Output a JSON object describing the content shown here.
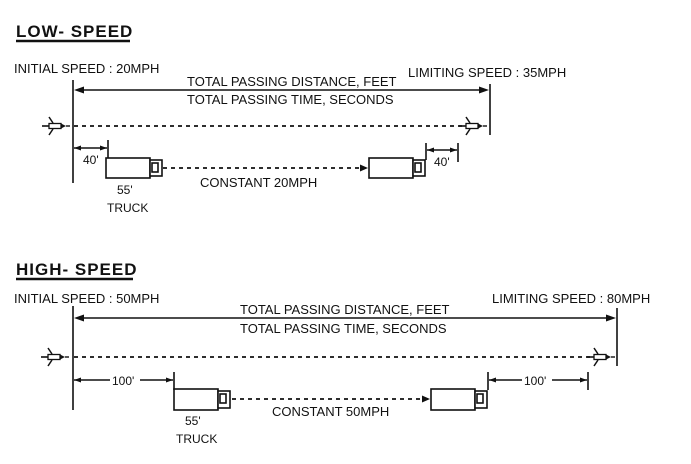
{
  "low_speed": {
    "heading": "LOW- SPEED",
    "initial_speed": "INITIAL SPEED : 20MPH",
    "limiting_speed": "LIMITING SPEED : 35MPH",
    "distance_label": "TOTAL PASSING DISTANCE, FEET",
    "time_label": "TOTAL PASSING TIME, SECONDS",
    "start_gap": "40'",
    "end_gap": "40'",
    "truck_length": "55'",
    "truck_label": "TRUCK",
    "constant_speed": "CONSTANT 20MPH"
  },
  "high_speed": {
    "heading": "HIGH- SPEED",
    "initial_speed": "INITIAL SPEED : 50MPH",
    "limiting_speed": "LIMITING SPEED : 80MPH",
    "distance_label": "TOTAL PASSING DISTANCE, FEET",
    "time_label": "TOTAL PASSING TIME, SECONDS",
    "start_gap": "100'",
    "end_gap": "100'",
    "truck_length": "55'",
    "truck_label": "TRUCK",
    "constant_speed": "CONSTANT 50MPH"
  }
}
